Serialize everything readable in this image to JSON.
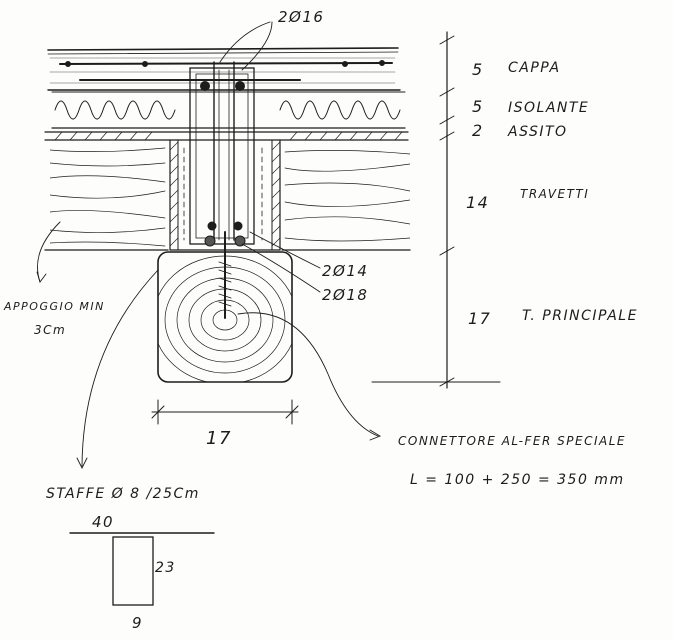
{
  "layers": [
    {
      "thickness": "5",
      "name": "CAPPA"
    },
    {
      "thickness": "5",
      "name": "ISOLANTE"
    },
    {
      "thickness": "2",
      "name": "ASSITO"
    },
    {
      "thickness": "14",
      "name": "TRAVETTI"
    },
    {
      "thickness": "17",
      "name": "T. PRINCIPALE"
    }
  ],
  "rebars": {
    "top": "2Ø16",
    "mid": "2Ø14",
    "low": "2Ø18"
  },
  "support_note": {
    "line1": "APPOGGIO MIN",
    "line2": "3Cm"
  },
  "beam_width": "17",
  "connector": {
    "title": "CONNETTORE AL-FER SPECIALE",
    "formula": "L = 100 + 250 = 350 mm"
  },
  "stirrups": {
    "label": "STAFFE Ø 8 /25Cm",
    "dim_top": "40",
    "dim_side": "23",
    "dim_bottom": "9"
  },
  "colors": {
    "ink": "#1d1d1d",
    "paper": "#fdfdfb"
  }
}
